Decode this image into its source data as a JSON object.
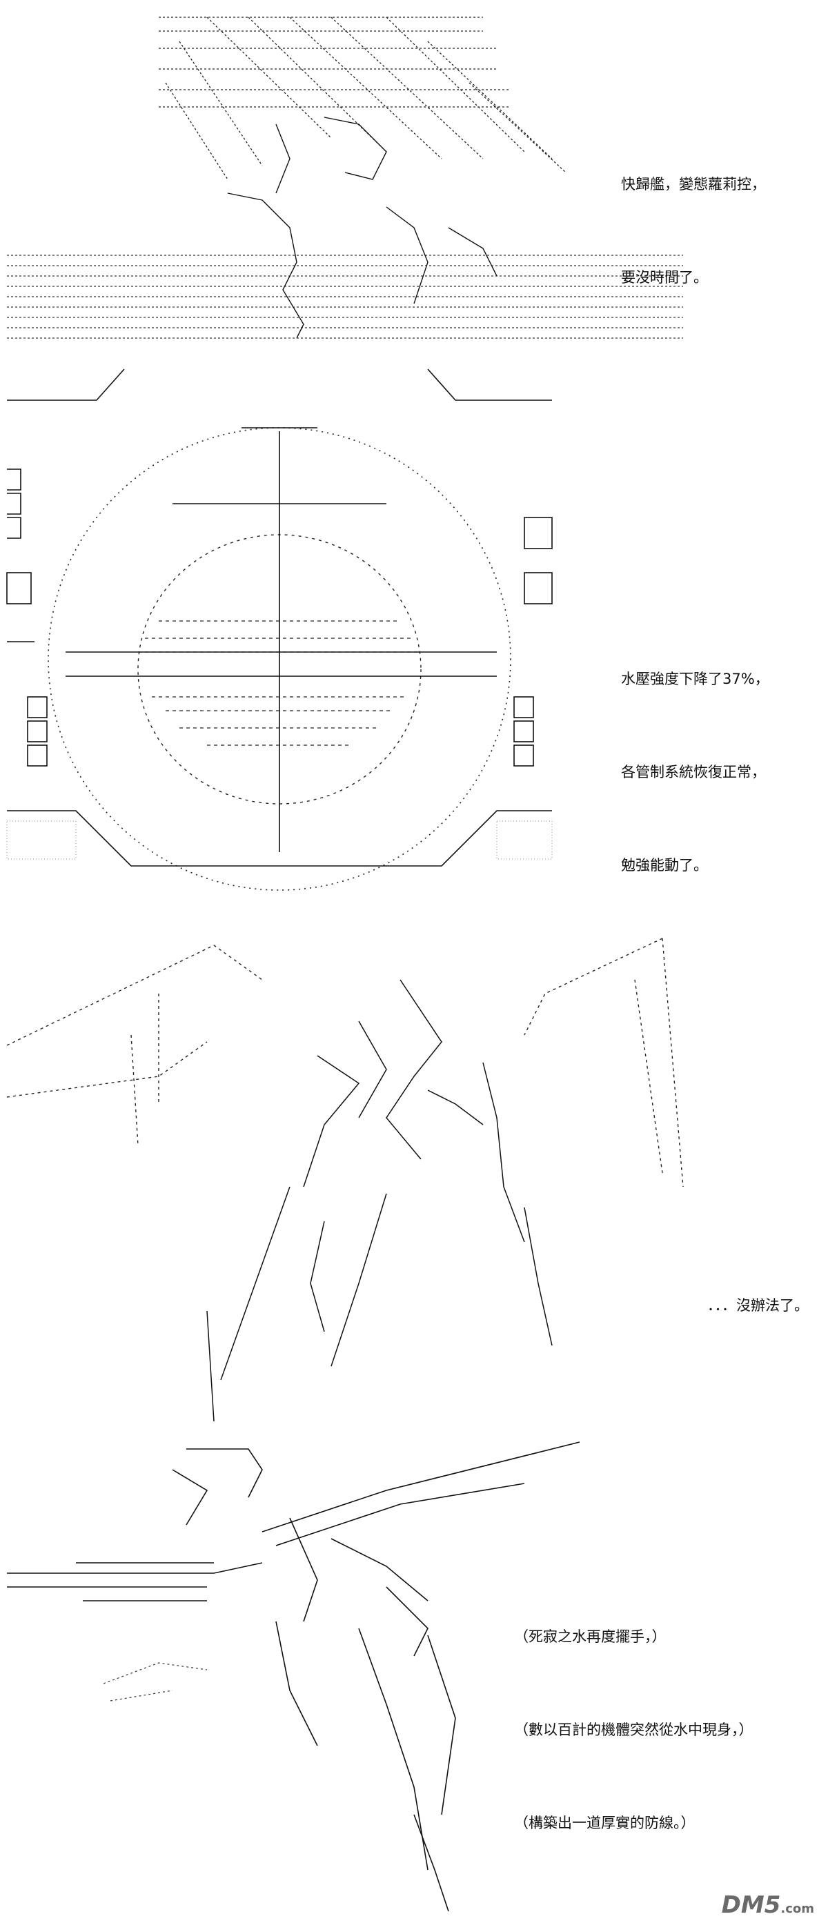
{
  "panels": [
    {
      "id": "panel-1",
      "lines": [
        "快歸艦，變態蘿莉控，",
        "要沒時間了。"
      ]
    },
    {
      "id": "panel-2",
      "lines": [
        "水壓強度下降了37%，",
        "各管制系統恢復正常，",
        "勉強能動了。"
      ]
    },
    {
      "id": "panel-3",
      "lines": [
        "．．．沒辦法了。"
      ]
    },
    {
      "id": "panel-4",
      "lines": [
        "（死寂之水再度擺手，）",
        "（數以百計的機體突然從水中現身，）",
        "（構築出一道厚實的防線。）"
      ]
    }
  ],
  "watermark": {
    "text": "DM5",
    "suffix": ".com",
    "color": "#6a6a6a"
  }
}
